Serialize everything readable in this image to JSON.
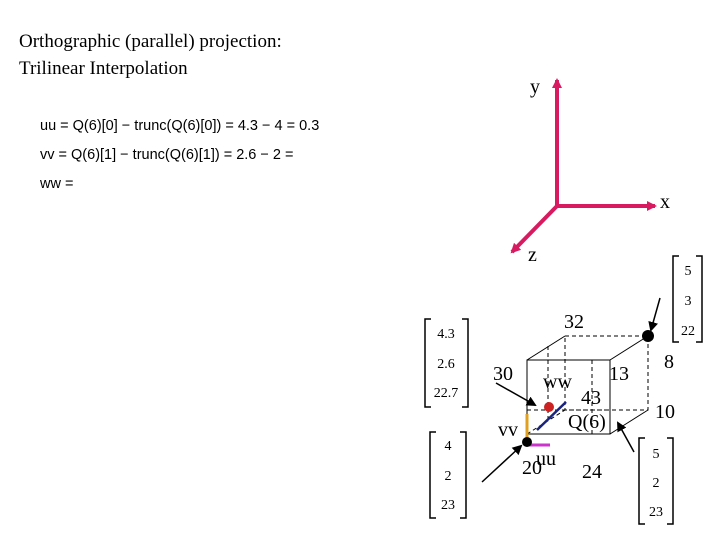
{
  "title": {
    "line1": "Orthographic (parallel) projection:",
    "line2": "Trilinear Interpolation"
  },
  "equations": {
    "uu": "uu = Q(6)[0] − trunc(Q(6)[0]) = 4.3 − 4 = 0.3",
    "vv": "vv = Q(6)[1] − trunc(Q(6)[1]) = 2.6 − 2 =",
    "ww": "ww ="
  },
  "axes": {
    "x_label": "x",
    "y_label": "y",
    "z_label": "z",
    "x_color": "#d81b60",
    "y_color": "#d81b60",
    "z_color": "#d81b60"
  },
  "vectors": {
    "left_top": [
      "4.3",
      "2.6",
      "22.7"
    ],
    "left_bottom": [
      "4",
      "2",
      "23"
    ],
    "right_top": [
      "5",
      "3",
      "22"
    ],
    "right_bottom": [
      "5",
      "2",
      "23"
    ]
  },
  "cube_values": {
    "v32": "32",
    "v30": "30",
    "v13": "13",
    "v8": "8",
    "v43": "43",
    "v10": "10",
    "v20": "20",
    "v24": "24"
  },
  "cube_labels": {
    "ww": "ww",
    "vv": "vv",
    "uu": "uu",
    "q6": "Q(6)"
  },
  "colors": {
    "ww_line": "#1a237e",
    "vv_line": "#e0a020",
    "uu_line": "#cc33cc",
    "q_point": "#cc2222"
  }
}
